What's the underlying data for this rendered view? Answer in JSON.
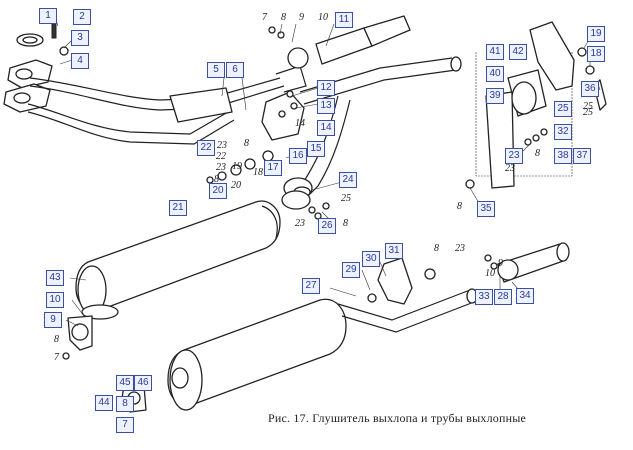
{
  "caption": "Рис. 17. Глушитель выхлопа и трубы  выхлопные",
  "callouts": [
    "1",
    "2",
    "3",
    "4",
    "5",
    "6",
    "11",
    "12",
    "13",
    "14",
    "15",
    "16",
    "17",
    "18",
    "19",
    "20",
    "21",
    "22",
    "23",
    "24",
    "25",
    "26",
    "27",
    "28",
    "29",
    "30",
    "31",
    "32",
    "33",
    "34",
    "35",
    "36",
    "37",
    "38",
    "39",
    "40",
    "41",
    "42",
    "43",
    "44",
    "45",
    "46",
    "9",
    "10",
    "8",
    "7"
  ],
  "plain_labels": [
    "7",
    "8",
    "9",
    "10",
    "14",
    "25",
    "23",
    "8",
    "22",
    "23",
    "8",
    "19",
    "18",
    "20",
    "25",
    "23",
    "8",
    "8",
    "23",
    "25",
    "23",
    "8",
    "8",
    "7",
    "8",
    "9",
    "10"
  ]
}
